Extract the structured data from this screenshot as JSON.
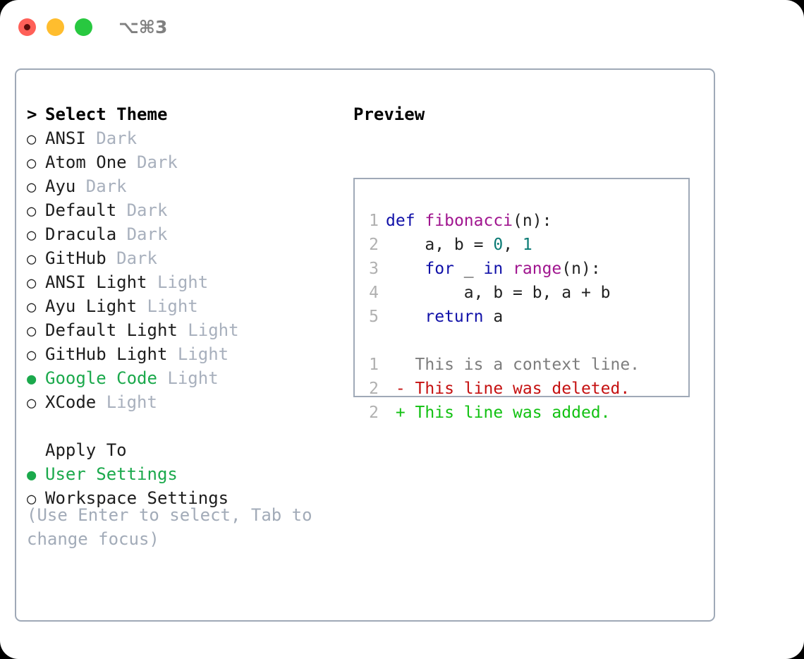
{
  "window": {
    "shortcut_title": "⌥⌘3",
    "traffic_lights": [
      "close-button",
      "minimize-button",
      "maximize-button"
    ],
    "accent_green": "#1BA94C",
    "border_color": "#9fa9b7",
    "muted_color": "#a8b0bd"
  },
  "theme_picker": {
    "caret": ">",
    "header": "Select Theme",
    "marker_unselected": "○",
    "marker_selected": "●",
    "items": [
      {
        "name": "ANSI",
        "variant": "Dark",
        "selected": false
      },
      {
        "name": "Atom One",
        "variant": "Dark",
        "selected": false
      },
      {
        "name": "Ayu",
        "variant": "Dark",
        "selected": false
      },
      {
        "name": "Default",
        "variant": "Dark",
        "selected": false
      },
      {
        "name": "Dracula",
        "variant": "Dark",
        "selected": false
      },
      {
        "name": "GitHub",
        "variant": "Dark",
        "selected": false
      },
      {
        "name": "ANSI Light",
        "variant": "Light",
        "selected": false
      },
      {
        "name": "Ayu Light",
        "variant": "Light",
        "selected": false
      },
      {
        "name": "Default Light",
        "variant": "Light",
        "selected": false
      },
      {
        "name": "GitHub Light",
        "variant": "Light",
        "selected": false
      },
      {
        "name": "Google Code",
        "variant": "Light",
        "selected": true
      },
      {
        "name": "XCode",
        "variant": "Light",
        "selected": false
      }
    ]
  },
  "apply_to": {
    "header": "Apply To",
    "items": [
      {
        "name": "User Settings",
        "selected": true
      },
      {
        "name": "Workspace Settings",
        "selected": false
      }
    ]
  },
  "hint": {
    "line1": "(Use Enter to select, Tab to",
    "line2": "change focus)"
  },
  "preview": {
    "title": "Preview",
    "code_lines": [
      {
        "num": "1",
        "tokens": [
          {
            "t": "def",
            "c": "kw"
          },
          {
            "t": " ",
            "c": "pln"
          },
          {
            "t": "fibonacci",
            "c": "fn"
          },
          {
            "t": "(n):",
            "c": "pln"
          }
        ]
      },
      {
        "num": "2",
        "tokens": [
          {
            "t": "    a, b = ",
            "c": "pln"
          },
          {
            "t": "0",
            "c": "num"
          },
          {
            "t": ", ",
            "c": "pln"
          },
          {
            "t": "1",
            "c": "num"
          }
        ]
      },
      {
        "num": "3",
        "tokens": [
          {
            "t": "    ",
            "c": "pln"
          },
          {
            "t": "for",
            "c": "kw"
          },
          {
            "t": " _ ",
            "c": "pln"
          },
          {
            "t": "in",
            "c": "kw"
          },
          {
            "t": " ",
            "c": "pln"
          },
          {
            "t": "range",
            "c": "fn"
          },
          {
            "t": "(n):",
            "c": "pln"
          }
        ]
      },
      {
        "num": "4",
        "tokens": [
          {
            "t": "        a, b = b, a + b",
            "c": "pln"
          }
        ]
      },
      {
        "num": "5",
        "tokens": [
          {
            "t": "    ",
            "c": "pln"
          },
          {
            "t": "return",
            "c": "kw"
          },
          {
            "t": " a",
            "c": "pln"
          }
        ]
      }
    ],
    "diff_lines": [
      {
        "num": "1",
        "sign": " ",
        "text": "This is a context line.",
        "kind": "ctx"
      },
      {
        "num": "2",
        "sign": "-",
        "text": "This line was deleted.",
        "kind": "del"
      },
      {
        "num": "2",
        "sign": "+",
        "text": "This line was added.",
        "kind": "add"
      }
    ],
    "colors": {
      "keyword": "#1010a8",
      "function": "#a0158f",
      "number": "#0a7a74",
      "plain": "#222222",
      "line_number": "#b0b0b0",
      "context": "#7d7d7d",
      "deleted": "#c51111",
      "added": "#12c112"
    }
  }
}
